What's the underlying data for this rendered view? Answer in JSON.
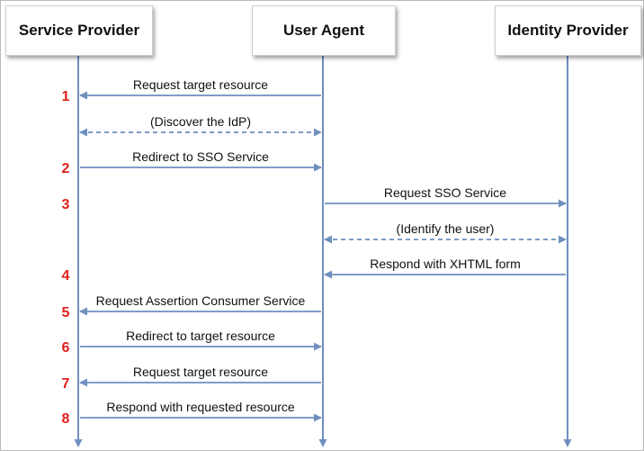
{
  "actors": [
    {
      "id": "sp",
      "name": "Service Provider"
    },
    {
      "id": "ua",
      "name": "User Agent"
    },
    {
      "id": "idp",
      "name": "Identity Provider"
    }
  ],
  "messages": [
    {
      "step": "1",
      "from": "ua",
      "to": "sp",
      "label": "Request target resource",
      "dashed": false,
      "both": false
    },
    {
      "step": "",
      "from": "sp",
      "to": "ua",
      "label": "(Discover the IdP)",
      "dashed": true,
      "both": true
    },
    {
      "step": "2",
      "from": "sp",
      "to": "ua",
      "label": "Redirect to SSO Service",
      "dashed": false,
      "both": false
    },
    {
      "step": "3",
      "from": "ua",
      "to": "idp",
      "label": "Request SSO Service",
      "dashed": false,
      "both": false
    },
    {
      "step": "",
      "from": "ua",
      "to": "idp",
      "label": "(Identify the user)",
      "dashed": true,
      "both": true
    },
    {
      "step": "4",
      "from": "idp",
      "to": "ua",
      "label": "Respond with XHTML form",
      "dashed": false,
      "both": false
    },
    {
      "step": "5",
      "from": "ua",
      "to": "sp",
      "label": "Request Assertion Consumer Service",
      "dashed": false,
      "both": false
    },
    {
      "step": "6",
      "from": "sp",
      "to": "ua",
      "label": "Redirect to target resource",
      "dashed": false,
      "both": false
    },
    {
      "step": "7",
      "from": "ua",
      "to": "sp",
      "label": "Request target resource",
      "dashed": false,
      "both": false
    },
    {
      "step": "8",
      "from": "sp",
      "to": "ua",
      "label": "Respond with requested resource",
      "dashed": false,
      "both": false
    }
  ],
  "colors": {
    "line": "#6f8fbf",
    "step": "#e0201b",
    "text": "#111111"
  }
}
